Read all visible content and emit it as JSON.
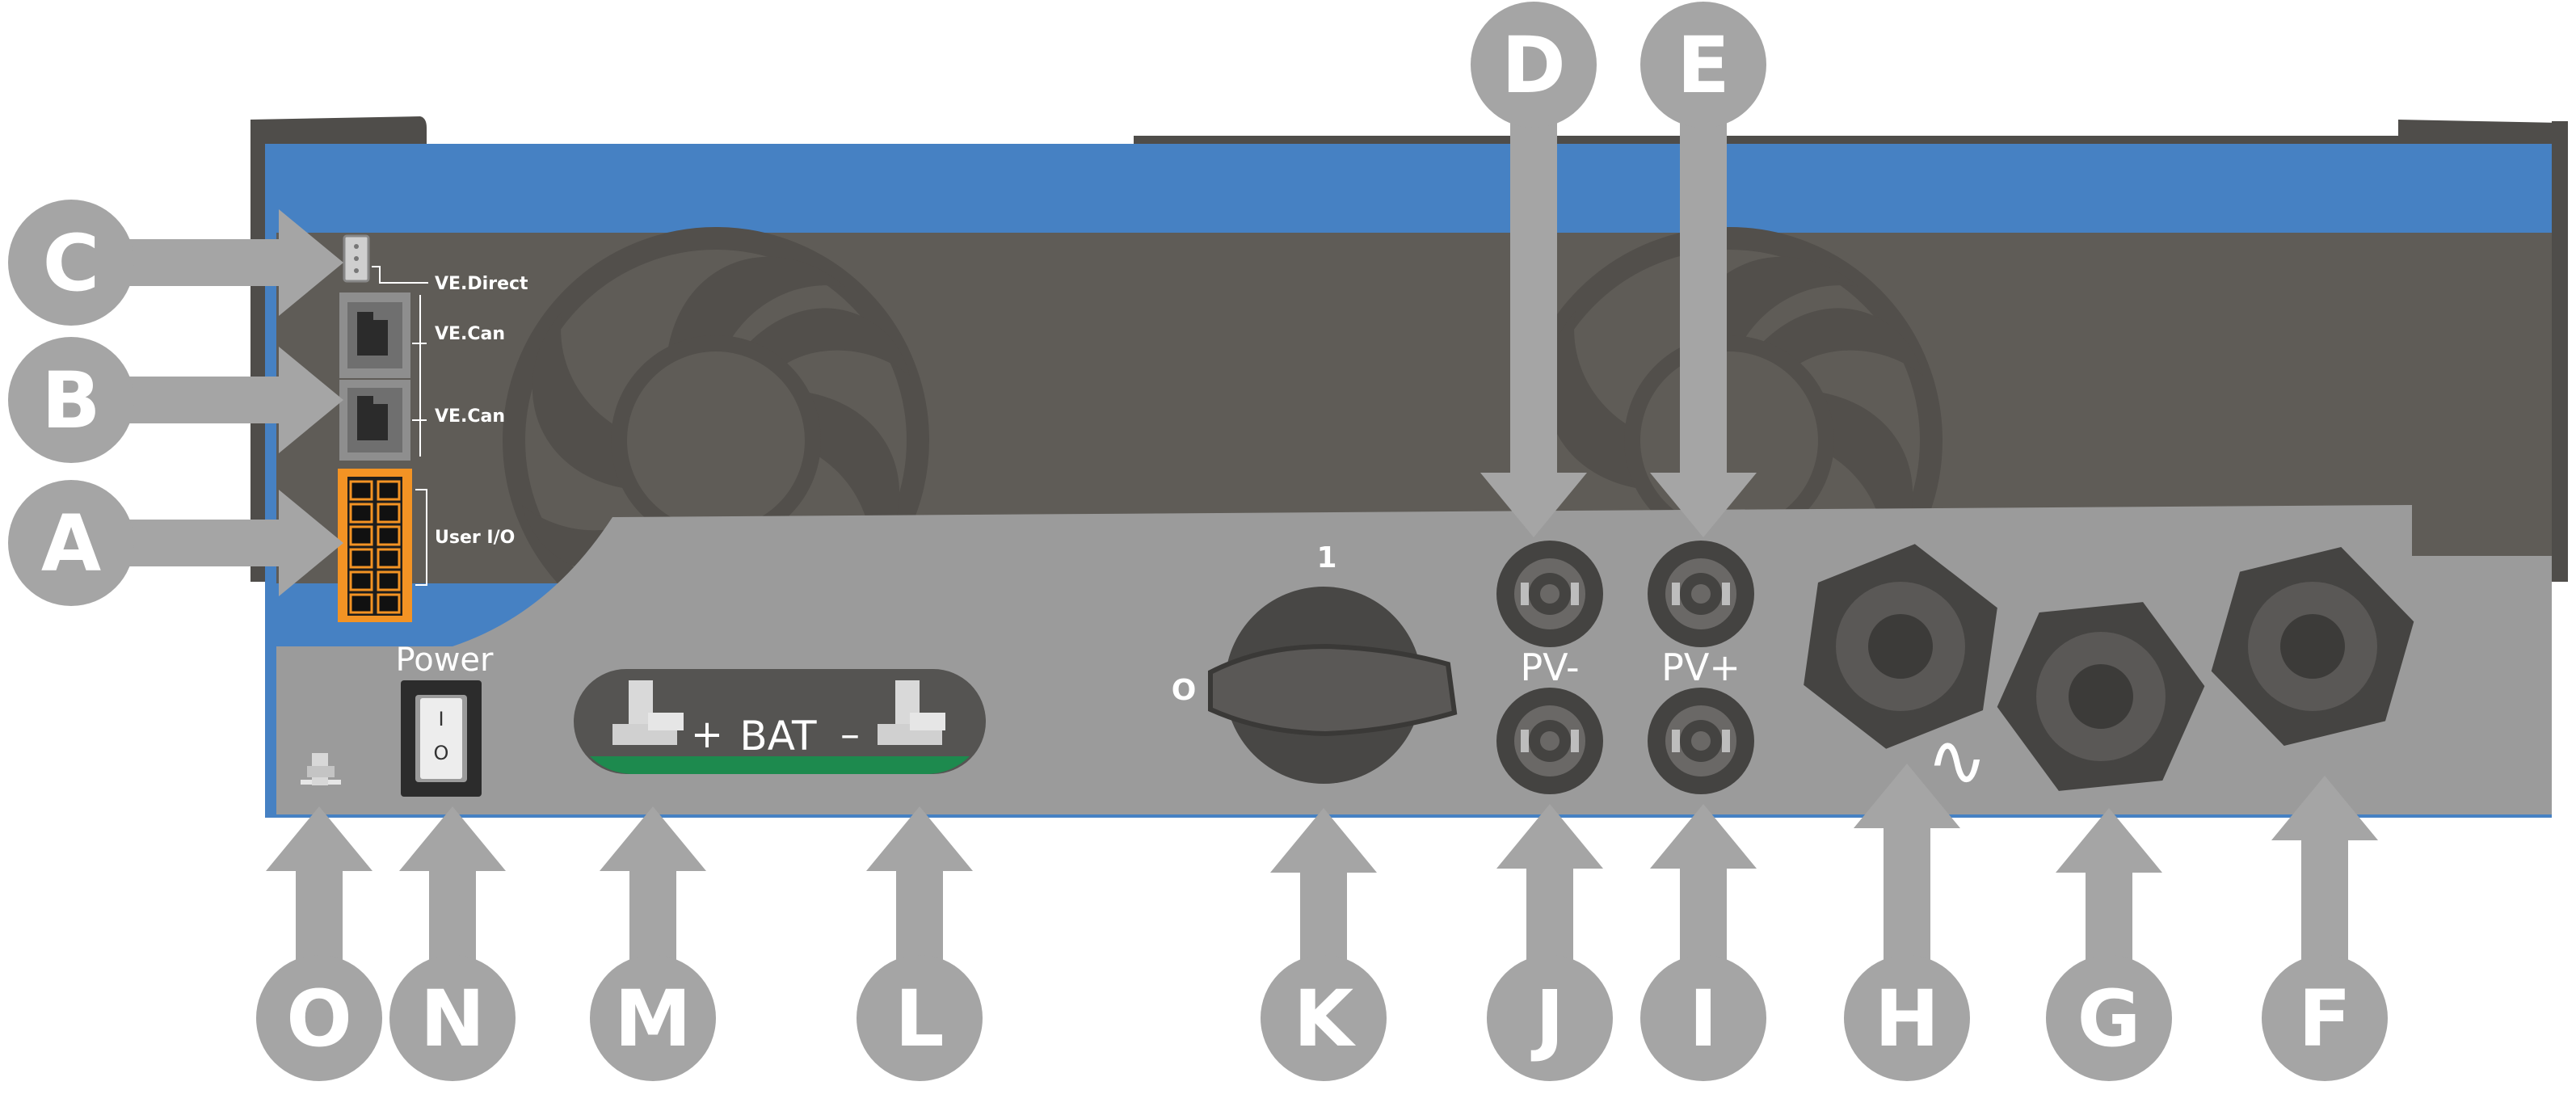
{
  "callouts": [
    {
      "letter": "A",
      "target": "user-io-terminal"
    },
    {
      "letter": "B",
      "target": "ve-can-ports"
    },
    {
      "letter": "C",
      "target": "ve-direct-port"
    },
    {
      "letter": "D",
      "target": "pv-minus-top"
    },
    {
      "letter": "E",
      "target": "pv-plus-top"
    },
    {
      "letter": "F",
      "target": "gland-right"
    },
    {
      "letter": "G",
      "target": "gland-middle"
    },
    {
      "letter": "H",
      "target": "gland-ac"
    },
    {
      "letter": "I",
      "target": "pv-plus-bottom"
    },
    {
      "letter": "J",
      "target": "pv-minus-bottom"
    },
    {
      "letter": "K",
      "target": "battery-switch"
    },
    {
      "letter": "L",
      "target": "bat-minus-terminal"
    },
    {
      "letter": "M",
      "target": "bat-plus-terminal"
    },
    {
      "letter": "N",
      "target": "power-switch"
    },
    {
      "letter": "O",
      "target": "ground-stud"
    }
  ],
  "panel_labels": {
    "ve_direct": "VE.Direct",
    "ve_can_top": "VE.Can",
    "ve_can_bottom": "VE.Can",
    "user_io": "User I/O",
    "power": "Power",
    "switch_on": "I",
    "switch_off": "O",
    "bat_plus": "+",
    "bat": "BAT",
    "bat_minus": "–",
    "switch_pos_1": "1",
    "switch_pos_0": "O",
    "pv_minus": "PV-",
    "pv_plus": "PV+",
    "ac_symbol": "∿"
  },
  "colors": {
    "housing_blue": "#4681c3",
    "panel_dark": "#5f5c57",
    "panel_light": "#9b9b9b",
    "callout_gray": "#a5a5a5",
    "terminal_orange": "#f39324",
    "bat_green": "#1d8a4e"
  }
}
